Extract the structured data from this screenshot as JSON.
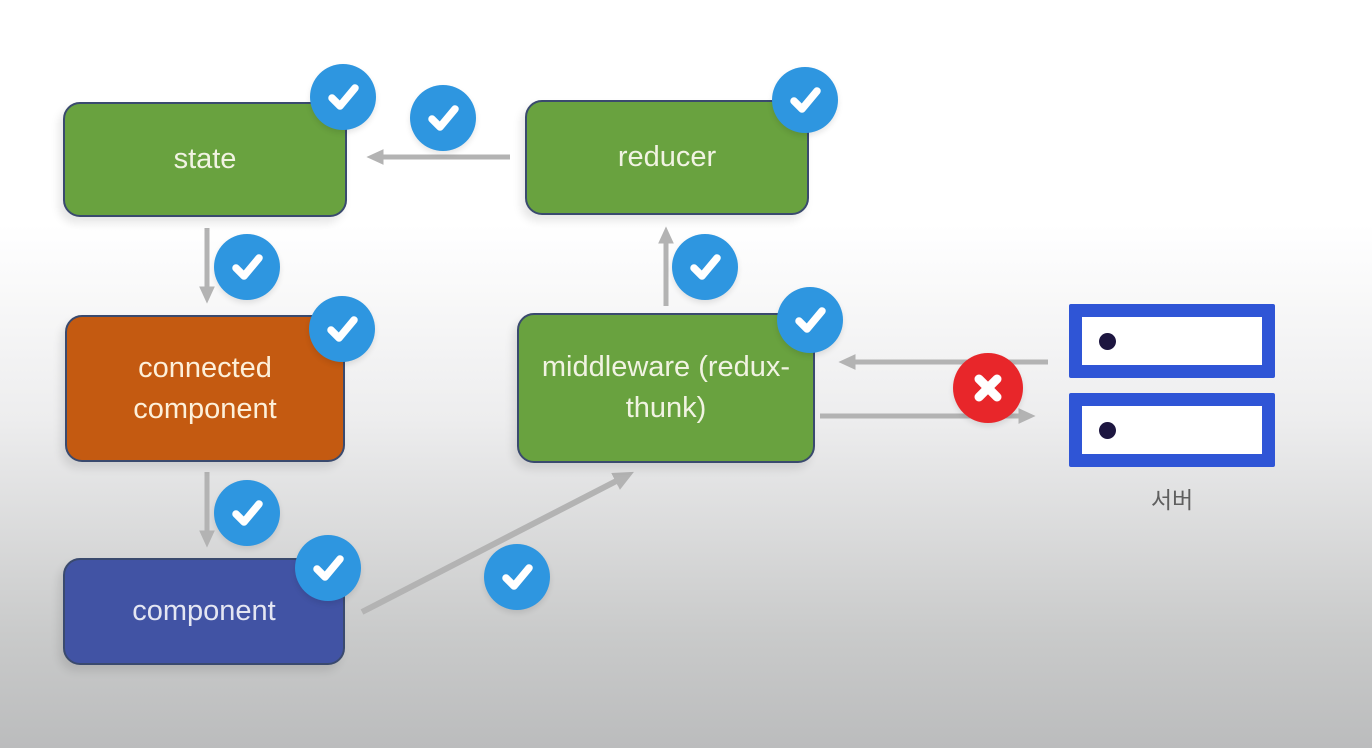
{
  "diagram": {
    "title": "redux data flow diagram",
    "nodes": {
      "state": {
        "label": "state",
        "color": "#69a23f"
      },
      "reducer": {
        "label": "reducer",
        "color": "#69a23f"
      },
      "connected_component": {
        "label": "connected component",
        "color": "#c45a11"
      },
      "middleware": {
        "label": "middleware (redux-thunk)",
        "color": "#69a23f"
      },
      "component": {
        "label": "component",
        "color": "#4153a4"
      }
    },
    "server": {
      "label": "서버",
      "color": "#2f55d6"
    },
    "connections": [
      {
        "from": "reducer",
        "to": "state",
        "style": "arrow"
      },
      {
        "from": "state",
        "to": "connected_component",
        "style": "arrow"
      },
      {
        "from": "connected_component",
        "to": "component",
        "style": "arrow"
      },
      {
        "from": "component",
        "to": "middleware",
        "style": "arrow"
      },
      {
        "from": "middleware",
        "to": "reducer",
        "style": "arrow"
      },
      {
        "from": "server",
        "to": "middleware",
        "style": "arrow"
      },
      {
        "from": "middleware",
        "to": "server",
        "style": "arrow"
      }
    ],
    "annotations": {
      "check_badge_count": 10,
      "error_badge_count": 1,
      "check_icon": "✓",
      "error_icon": "✕"
    }
  },
  "colors": {
    "background_top": "#ffffff",
    "background_bottom": "#bbbcbd",
    "node_green": "#69a23f",
    "node_orange": "#c45a11",
    "node_blue": "#4153a4",
    "node_border": "#3a4a6e",
    "badge_blue": "#2e96e0",
    "badge_red": "#e8262a",
    "arrow_gray": "#b3b3b3",
    "server_blue": "#2f55d6",
    "server_dot": "#1d1640",
    "server_label_gray": "#5f5f5f"
  }
}
